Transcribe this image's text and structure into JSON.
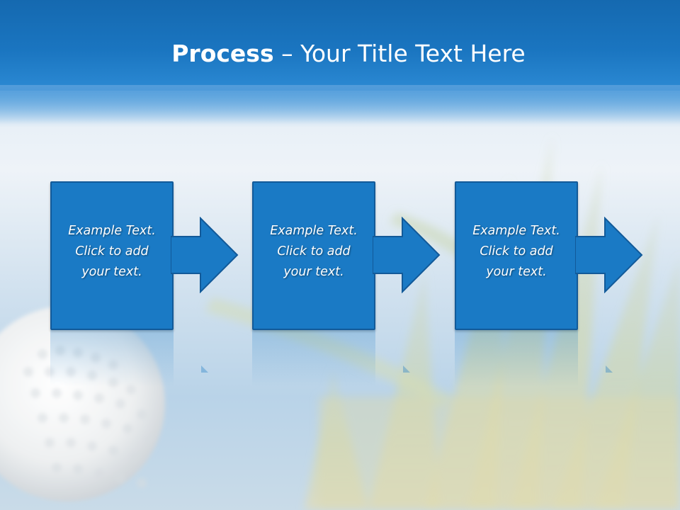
{
  "title": {
    "bold": "Process",
    "separator": "–",
    "rest": "Your Title Text Here"
  },
  "steps": [
    {
      "line1": "Example Text.",
      "line2": "Click  to add",
      "line3": "your text."
    },
    {
      "line1": "Example Text.",
      "line2": "Click  to add",
      "line3": "your text."
    },
    {
      "line1": "Example Text.",
      "line2": "Click  to add",
      "line3": "your text."
    }
  ],
  "colors": {
    "title_band": "#1a75c0",
    "box_fill": "#1a7ac5",
    "box_border": "#125a99",
    "text": "#ffffff"
  },
  "icons": [
    "arrow-right-icon",
    "golf-ball-image",
    "grass-image"
  ]
}
